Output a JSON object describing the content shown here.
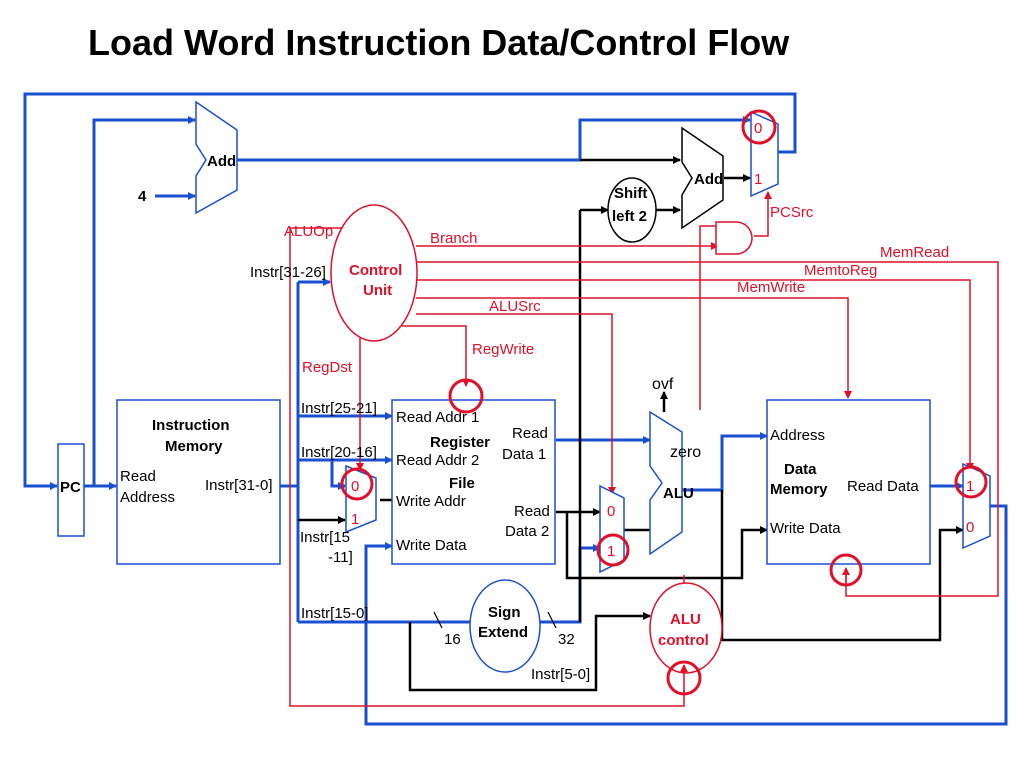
{
  "title": "Load Word Instruction Data/Control Flow",
  "blocks": {
    "pc": "PC",
    "instr_mem_line1": "Instruction",
    "instr_mem_line2": "Memory",
    "instr_mem_read1": "Read",
    "instr_mem_read2": "Address",
    "instr_mem_out": "Instr[31-0]",
    "add_top": "Add",
    "add_right": "Add",
    "const_four": "4",
    "shift_line1": "Shift",
    "shift_line2": "left 2",
    "control_line1": "Control",
    "control_line2": "Unit",
    "reg_line1": "Register",
    "reg_line2": "File",
    "reg_read_addr1": "Read Addr 1",
    "reg_read_addr2": "Read Addr 2",
    "reg_write_addr": "Write Addr",
    "reg_write_data": "Write Data",
    "reg_read_data1_a": "Read",
    "reg_read_data1_b": "Data 1",
    "reg_read_data2_a": "Read",
    "reg_read_data2_b": "Data 2",
    "alu": "ALU",
    "alu_zero": "zero",
    "alu_ovf": "ovf",
    "sign_line1": "Sign",
    "sign_line2": "Extend",
    "alu_ctrl_line1": "ALU",
    "alu_ctrl_line2": "control",
    "dmem_line1": "Data",
    "dmem_line2": "Memory",
    "dmem_address": "Address",
    "dmem_write_data": "Write Data",
    "dmem_read_data": "Read Data"
  },
  "signals": {
    "aluop": "ALUOp",
    "branch": "Branch",
    "memread": "MemRead",
    "memtoreg": "MemtoReg",
    "memwrite": "MemWrite",
    "alusrc": "ALUSrc",
    "regwrite": "RegWrite",
    "regdst": "RegDst",
    "pcsrc": "PCSrc"
  },
  "fields": {
    "instr_31_26": "Instr[31-26]",
    "instr_25_21": "Instr[25-21]",
    "instr_20_16": "Instr[20-16]",
    "instr_15_11_a": "Instr[15",
    "instr_15_11_b": "-11]",
    "instr_15_0": "Instr[15-0]",
    "instr_5_0": "Instr[5-0]",
    "width_16": "16",
    "width_32": "32"
  },
  "mux_inputs": {
    "pc_mux_0": "0",
    "pc_mux_1": "1",
    "regdst_mux_0": "0",
    "regdst_mux_1": "1",
    "alusrc_mux_0": "0",
    "alusrc_mux_1": "1",
    "memtoreg_mux_1": "1",
    "memtoreg_mux_0": "0"
  },
  "colors": {
    "datapath_blue": "#1a4fd0",
    "control_red": "#e0102a",
    "active_black": "#000000"
  }
}
